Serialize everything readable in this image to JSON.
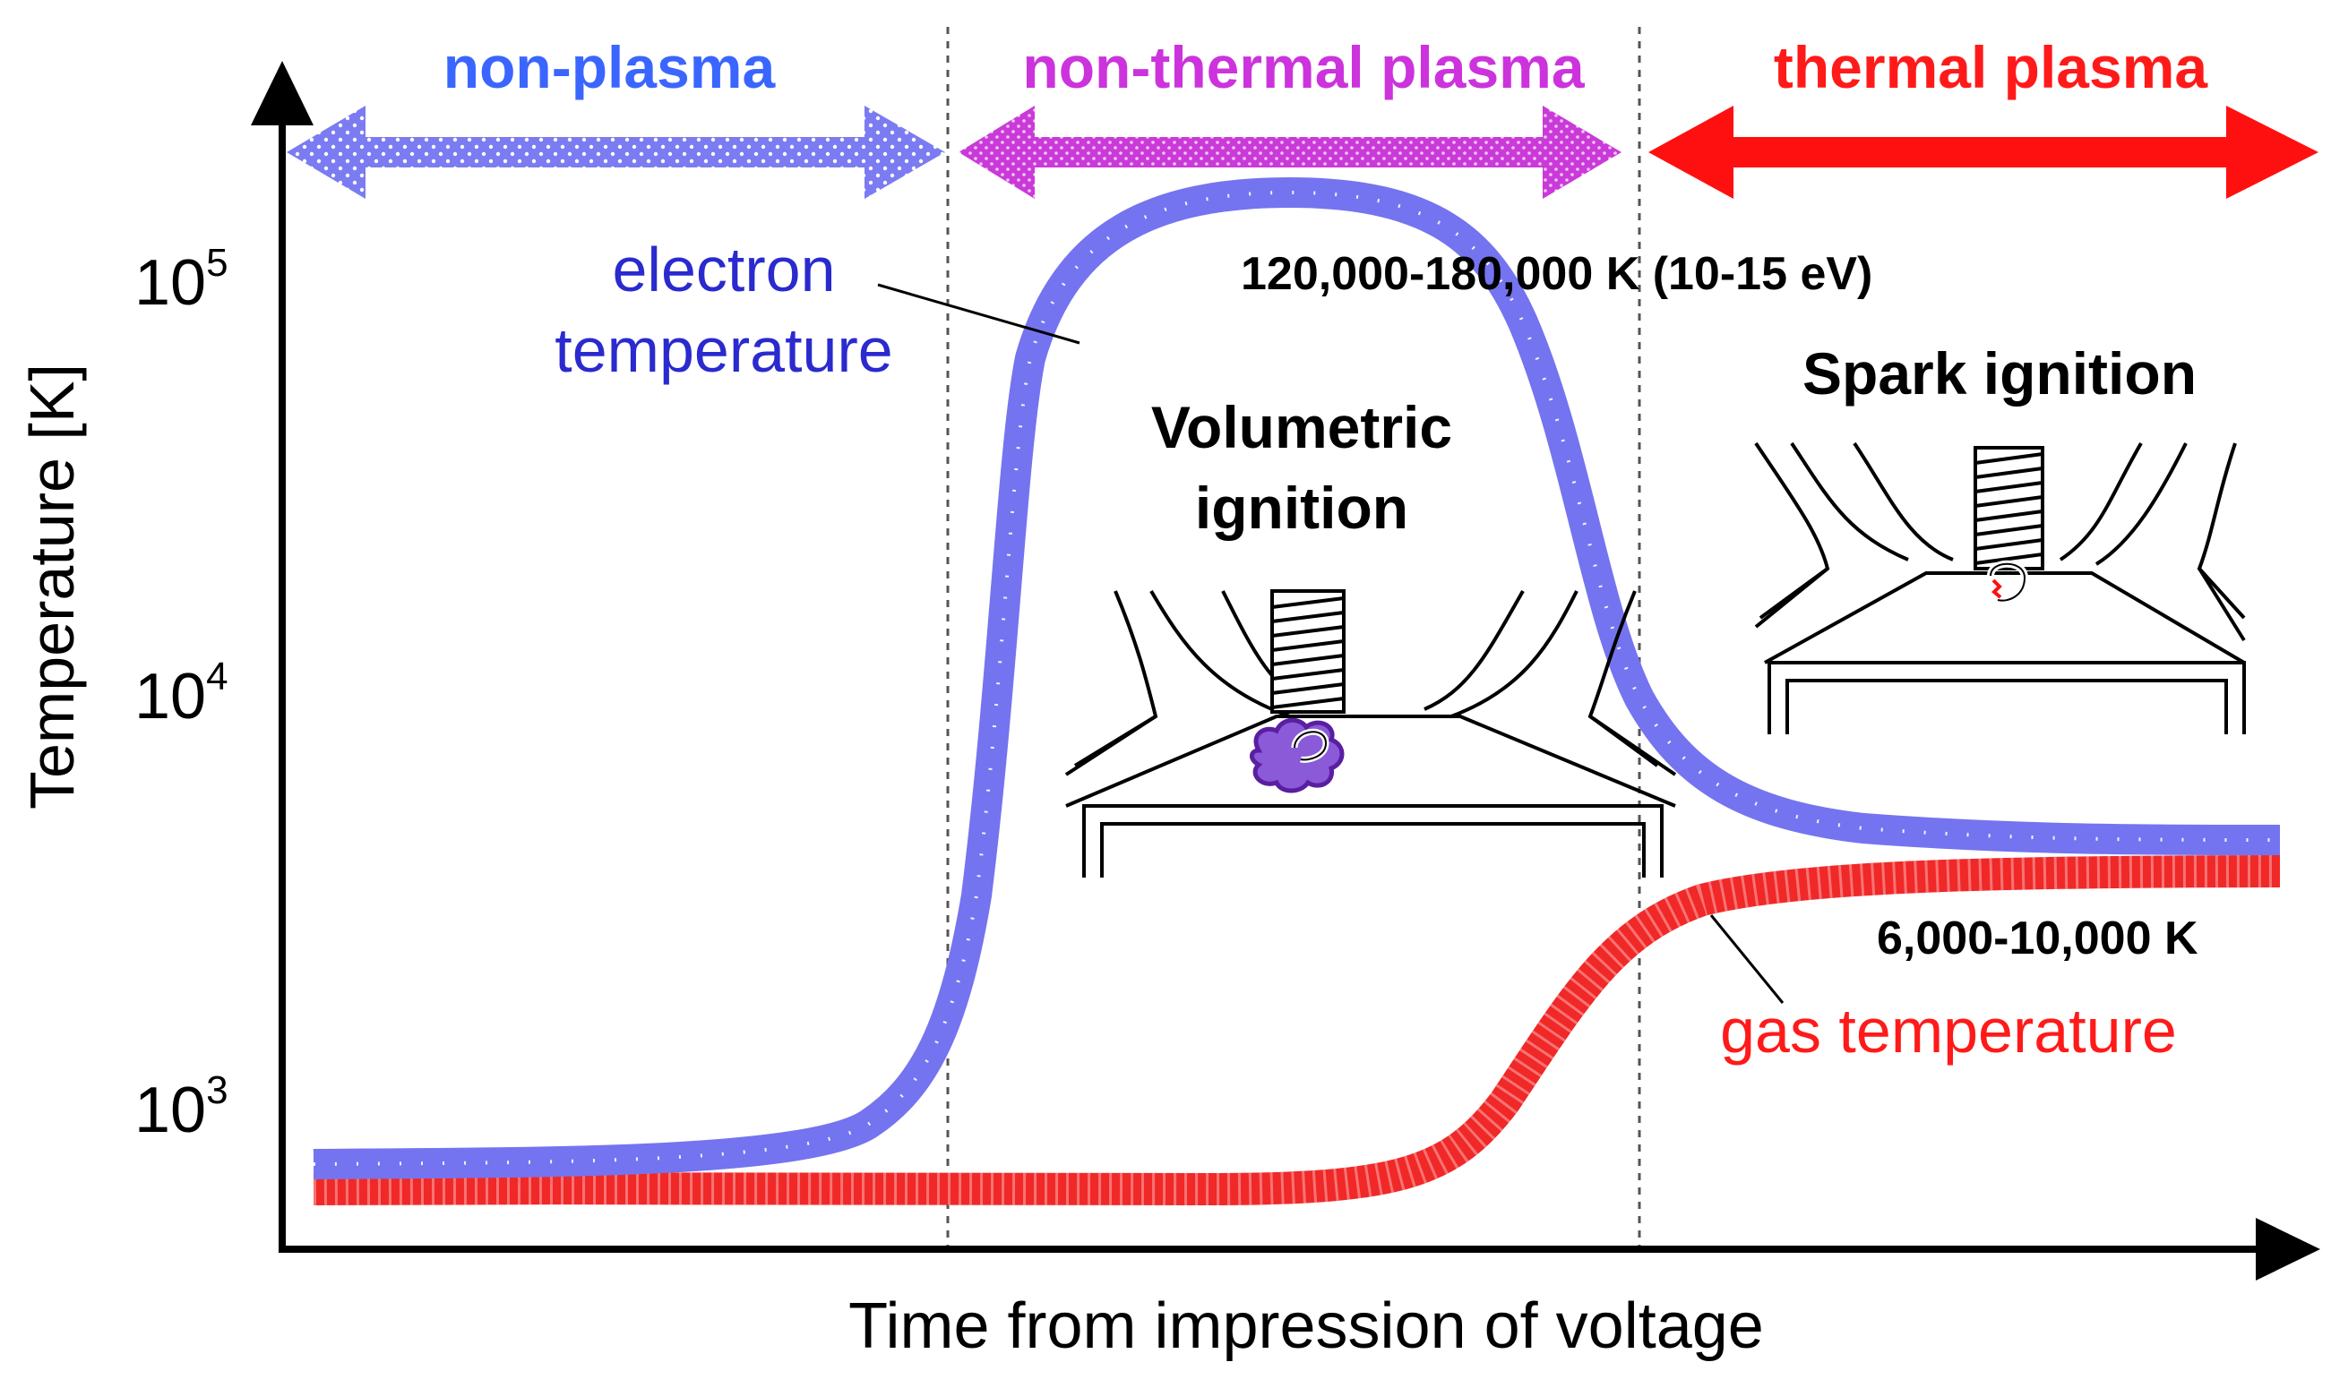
{
  "colors": {
    "non_plasma": "#3a66ff",
    "non_thermal": "#cc33dd",
    "thermal": "#ff1a1a",
    "electron_curve": "#7474f0",
    "gas_curve": "#f02a2a",
    "axis": "#000000",
    "electron_label": "#2a2acf",
    "gas_label": "#ff1a1a",
    "discharge": "#6a1fb0"
  },
  "regions": {
    "non_plasma": "non-plasma",
    "non_thermal": "non-thermal plasma",
    "thermal": "thermal plasma"
  },
  "axes": {
    "ylabel": "Temperature [K]",
    "xlabel": "Time from impression of voltage",
    "y_ticks": [
      {
        "base": "10",
        "exp": "5"
      },
      {
        "base": "10",
        "exp": "4"
      },
      {
        "base": "10",
        "exp": "3"
      }
    ],
    "y_scale": "log"
  },
  "labels": {
    "electron_line1": "electron",
    "electron_line2": "temperature",
    "electron_range": "120,000-180,000 K (10-15 eV)",
    "gas_range": "6,000-10,000 K",
    "gas": "gas temperature",
    "volumetric_line1": "Volumetric",
    "volumetric_line2": "ignition",
    "spark": "Spark ignition"
  },
  "icons": {
    "volumetric": "engine-cylinder-volumetric-discharge-icon",
    "spark": "engine-cylinder-spark-discharge-icon"
  }
}
